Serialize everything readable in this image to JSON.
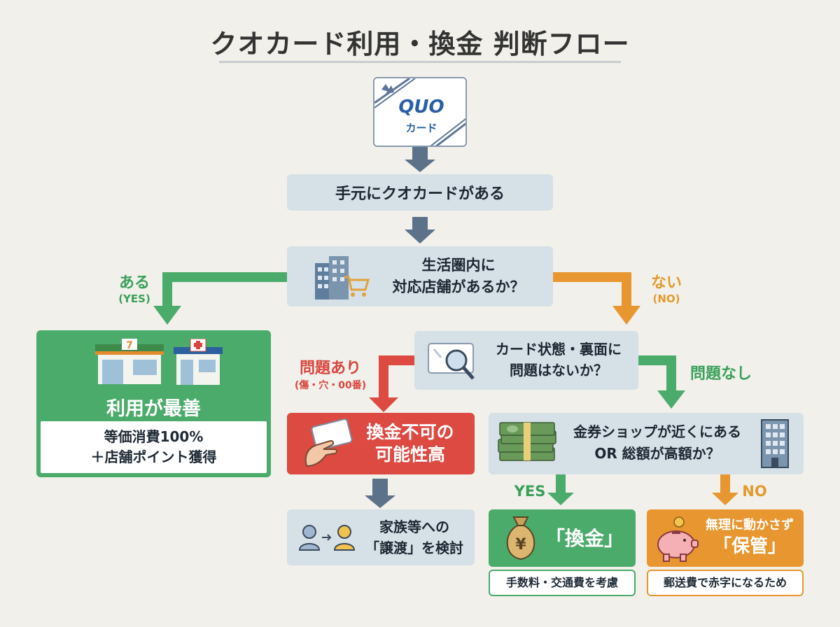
{
  "title": "クオカード利用・換金 判断フロー",
  "card": {
    "logo": "QUO",
    "sub": "カード"
  },
  "step1": "手元にクオカードがある",
  "step2": {
    "line1": "生活圏内に",
    "line2": "対応店舗があるか？"
  },
  "branch_yes": {
    "label": "ある",
    "sub": "(YES)"
  },
  "branch_no": {
    "label": "ない",
    "sub": "(NO)"
  },
  "best": {
    "title": "利用が最善",
    "line1": "等価消費100%",
    "line2": "＋店舗ポイント獲得"
  },
  "check": {
    "line1": "カード状態・裏面に",
    "line2": "問題はないか？"
  },
  "problem_yes": {
    "label": "問題あり",
    "sub": "(傷・穴・00番)"
  },
  "problem_no": {
    "label": "問題なし"
  },
  "not_possible": {
    "line1": "換金不可の",
    "line2": "可能性高"
  },
  "transfer": {
    "line1": "家族等への",
    "line2": "「譲渡」を検討"
  },
  "shop_q": {
    "line1": "金券ショップが近くにある",
    "line2": "OR 総額が高額か？"
  },
  "yes_label": "YES",
  "no_label": "NO",
  "exchange": {
    "title": "「換金」",
    "note": "手数料・交通費を考慮"
  },
  "keep": {
    "line1": "無理に動かさず",
    "line2": "「保管」",
    "note": "郵送費で赤字になるため"
  },
  "colors": {
    "green": "#4bab6b",
    "orange": "#e8962f",
    "red": "#dc4a42",
    "slate": "#5b7288",
    "blue_box": "#d6e0e7"
  },
  "icons": [
    "ribbon-icon",
    "buildings-icon",
    "cart-icon",
    "convenience-store-icon",
    "pharmacy-icon",
    "magnifier-card-icon",
    "hand-card-icon",
    "money-stack-icon",
    "office-building-icon",
    "family-transfer-icon",
    "money-bag-icon",
    "piggy-bank-icon"
  ]
}
